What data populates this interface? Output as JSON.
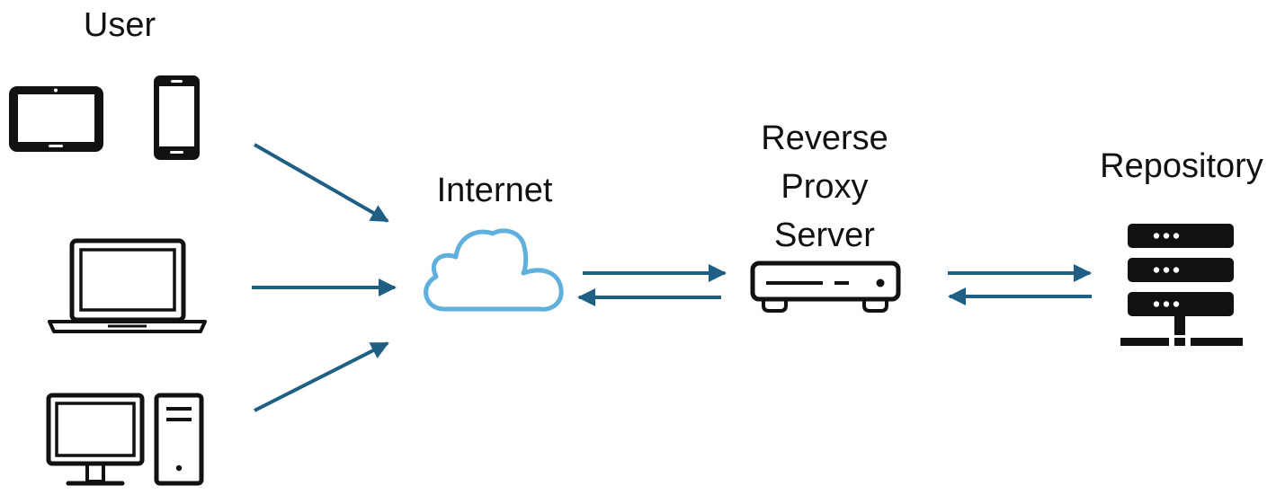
{
  "labels": {
    "user": "User",
    "internet": "Internet",
    "proxy_line1": "Reverse",
    "proxy_line2": "Proxy",
    "proxy_line3": "Server",
    "repository": "Repository"
  },
  "nodes": {
    "user_devices": [
      "tablet-icon",
      "smartphone-icon",
      "laptop-icon",
      "desktop-computer-icon"
    ],
    "internet": "cloud-icon",
    "proxy": "server-appliance-icon",
    "repository": "server-rack-icon"
  },
  "colors": {
    "arrow": "#1f5f83",
    "cloud": "#5fb0dc",
    "icon": "#111111",
    "background": "#ffffff"
  }
}
